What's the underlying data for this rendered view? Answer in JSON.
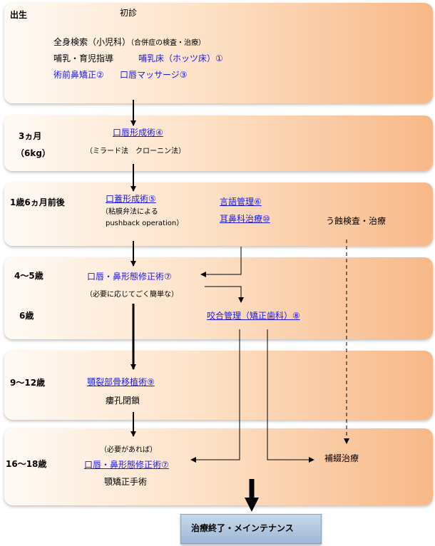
{
  "stages": {
    "birth": {
      "label": "出生",
      "first_visit": "初診",
      "exam": "全身検索（小児科）",
      "exam_note": "（合併症の検査・治療）",
      "feeding": "哺乳・育児指導",
      "feeding_plate": "哺乳床（ホッツ床）①",
      "nasal_correction": "術前鼻矯正②",
      "lip_massage": "口唇マッサージ③"
    },
    "three_months": {
      "label": "3ヵ月",
      "weight": "（6kg）",
      "cheiloplasty": "口唇形成術④",
      "methods": "（ミラード法　クローニン法）"
    },
    "eighteen_months": {
      "label": "1歳6ヵ月前後",
      "palatoplasty": "口蓋形成術⑤",
      "palatoplasty_note1": "（粘膜弁法による",
      "palatoplasty_note2": "pushback operation）",
      "speech": "言語管理⑥",
      "ent": "耳鼻科治療⑩",
      "caries": "う蝕検査・治療"
    },
    "four_to_six": {
      "label_a": "4〜5歳",
      "label_b": "6歳",
      "lip_nose_revision": "口唇・鼻形態修正術⑦",
      "revision_note": "（必要に応じてごく簡単な）",
      "occlusion": "咬合管理（矯正歯科）⑧"
    },
    "nine_to_twelve": {
      "label": "9〜12歳",
      "bone_graft": "顎裂部骨移植術⑨",
      "fistula": "瘻孔閉鎖"
    },
    "sixteen_to_eighteen": {
      "label": "16〜18歳",
      "if_needed": "（必要があれば）",
      "lip_nose_revision": "口唇・鼻形態修正術⑦",
      "orthognathic": "顎矯正手術",
      "prosthetic": "補綴治療"
    }
  },
  "end": {
    "label": "治療終了・メインテナンス"
  }
}
